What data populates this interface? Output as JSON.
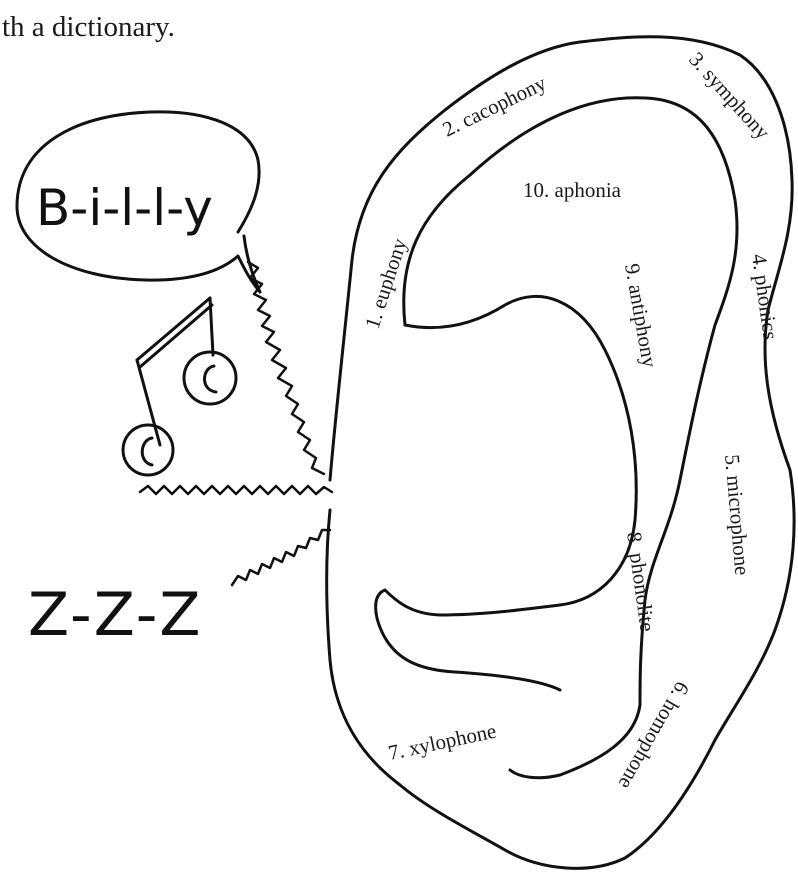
{
  "header_text": "th a dictionary.",
  "speech_bubble_text": "B-i-l-l-y",
  "snore_text": "Z-Z-Z",
  "colors": {
    "ink": "#111111",
    "paper": "#ffffff"
  },
  "ear_labels": {
    "l1": "1. euphony",
    "l2": "2. cacophony",
    "l3": "3. symphony",
    "l4": "4. phonics",
    "l5": "5. microphone",
    "l6": "6. homophone",
    "l7": "7. xylophone",
    "l8": "8. phonolite",
    "l9": "9. antiphony",
    "l10": "10. aphonia"
  }
}
